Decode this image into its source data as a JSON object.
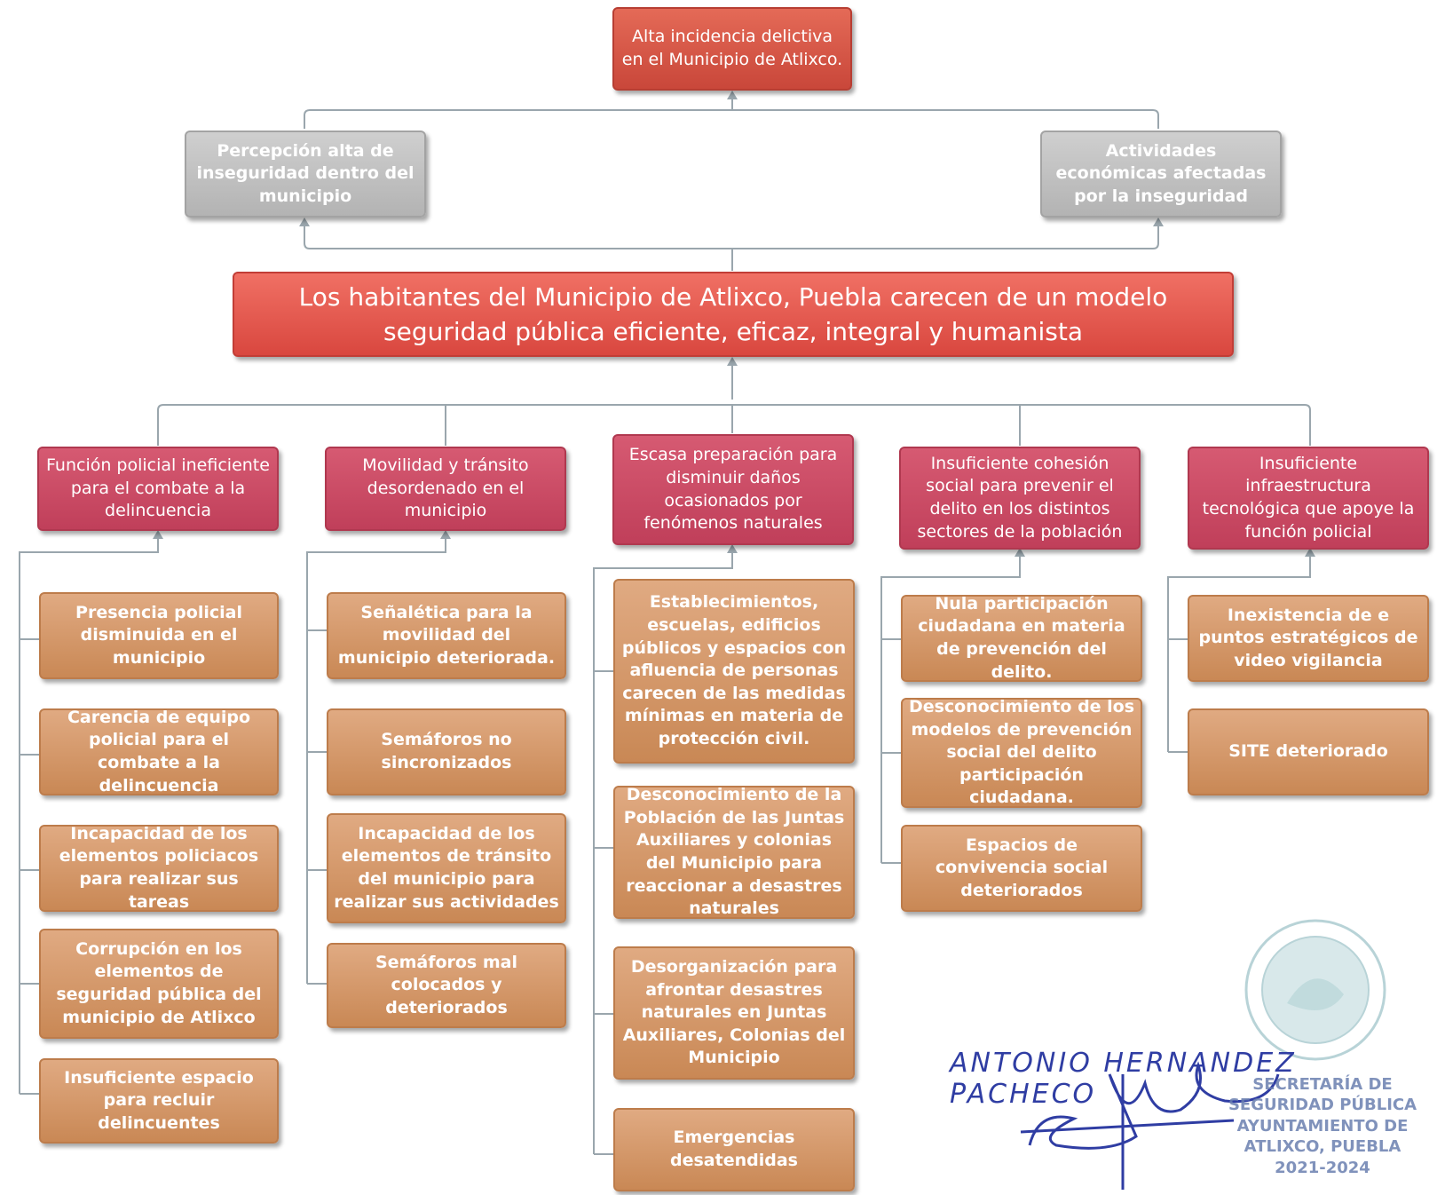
{
  "effect_top": "Alta incidencia delictiva en el Municipio de Atlixco.",
  "effects": [
    "Percepción alta de inseguridad dentro del municipio",
    "Actividades económicas afectadas por la inseguridad"
  ],
  "central_problem": "Los habitantes del Municipio de Atlixco, Puebla carecen de un modelo seguridad pública eficiente, eficaz, integral y humanista",
  "causes": [
    {
      "title": "Función policial ineficiente para el combate a la delincuencia",
      "subcauses": [
        "Presencia policial disminuida en el municipio",
        "Carencia de equipo policial para el combate a la delincuencia",
        "Incapacidad de los elementos policiacos para realizar sus tareas",
        "Corrupción en los elementos de seguridad pública del municipio de Atlixco",
        "Insuficiente espacio para recluir delincuentes"
      ]
    },
    {
      "title": "Movilidad y tránsito desordenado en el municipio",
      "subcauses": [
        "Señalética para la movilidad del municipio deteriorada.",
        "Semáforos no sincronizados",
        "Incapacidad de los elementos de tránsito del municipio para realizar sus actividades",
        "Semáforos mal colocados y deteriorados"
      ]
    },
    {
      "title": "Escasa preparación para disminuir daños ocasionados por fenómenos naturales",
      "subcauses": [
        "Establecimientos, escuelas, edificios públicos y espacios con afluencia de personas carecen de las medidas mínimas en materia de protección civil.",
        "Desconocimiento de la Población de las Juntas Auxiliares y colonias del Municipio para reaccionar a desastres naturales",
        "Desorganización para afrontar desastres naturales en Juntas Auxiliares, Colonias del Municipio",
        "Emergencias desatendidas"
      ]
    },
    {
      "title": "Insuficiente cohesión social para prevenir el delito en los distintos sectores de la población",
      "subcauses": [
        "Nula participación ciudadana en materia de prevención del delito.",
        "Desconocimiento de los modelos de prevención social del delito participación ciudadana.",
        "Espacios de convivencia social deteriorados"
      ]
    },
    {
      "title": "Insuficiente infraestructura tecnológica que apoye la función policial",
      "subcauses": [
        "Inexistencia de e puntos estratégicos de video vigilancia",
        "SITE deteriorado"
      ]
    }
  ],
  "signature_name": "ANTONIO HERNANDEZ PACHECO",
  "seal_text": "SECRETARÍA DE SEGURIDAD PÚBLICA AYUNTAMIENTO DE ATLIXCO, PUEBLA 2021-2024",
  "colors": {
    "effect_top": "#d4503f",
    "effects": "#bdbdbd",
    "central": "#e2534a",
    "causes": "#c84663",
    "subcauses": "#d2945f",
    "connectors": "#9aa6ad"
  }
}
